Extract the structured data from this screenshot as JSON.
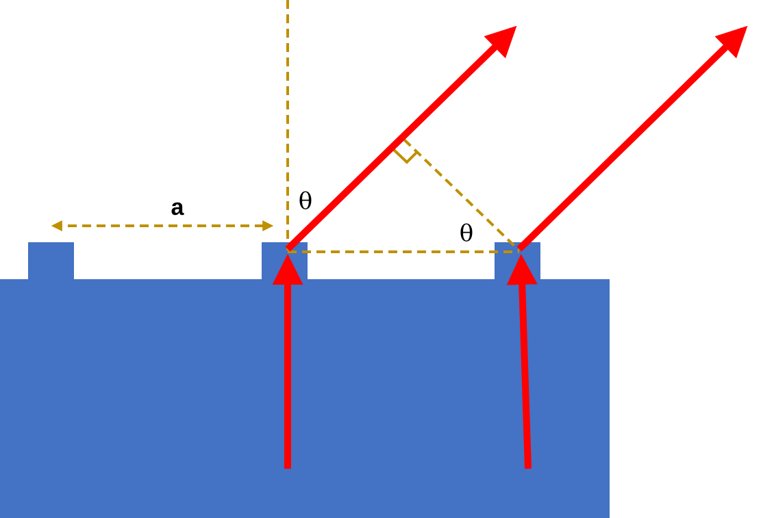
{
  "colors": {
    "background": "#ffffff",
    "substrate": "#4472C4",
    "ray": "#FF0000",
    "construction": "#BF9000",
    "text": "#000000"
  },
  "labels": {
    "spacing": "a",
    "angle_top": "θ",
    "angle_bottom": "θ"
  }
}
